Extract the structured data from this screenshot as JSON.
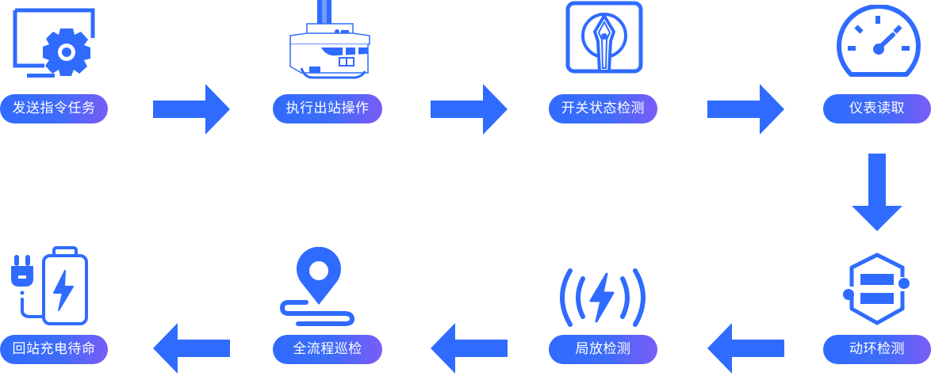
{
  "colors": {
    "primary": "#2f6bff",
    "gradient_end": "#7a5cf7",
    "background": "#ffffff"
  },
  "flow": {
    "steps": [
      {
        "label": "发送指令任务",
        "icon": "monitor-gear-icon"
      },
      {
        "label": "执行出站操作",
        "icon": "inspection-robot-icon"
      },
      {
        "label": "开关状态检测",
        "icon": "rotary-switch-icon"
      },
      {
        "label": "仪表读取",
        "icon": "gauge-icon"
      },
      {
        "label": "动环检测",
        "icon": "hexagon-circuit-icon"
      },
      {
        "label": "局放检测",
        "icon": "partial-discharge-icon"
      },
      {
        "label": "全流程巡检",
        "icon": "location-route-icon"
      },
      {
        "label": "回站充电待命",
        "icon": "battery-charging-icon"
      }
    ],
    "arrows": [
      {
        "from": "发送指令任务",
        "to": "执行出站操作",
        "direction": "right"
      },
      {
        "from": "执行出站操作",
        "to": "开关状态检测",
        "direction": "right"
      },
      {
        "from": "开关状态检测",
        "to": "仪表读取",
        "direction": "right"
      },
      {
        "from": "仪表读取",
        "to": "动环检测",
        "direction": "down"
      },
      {
        "from": "动环检测",
        "to": "局放检测",
        "direction": "left"
      },
      {
        "from": "局放检测",
        "to": "全流程巡检",
        "direction": "left"
      },
      {
        "from": "全流程巡检",
        "to": "回站充电待命",
        "direction": "left"
      }
    ]
  }
}
